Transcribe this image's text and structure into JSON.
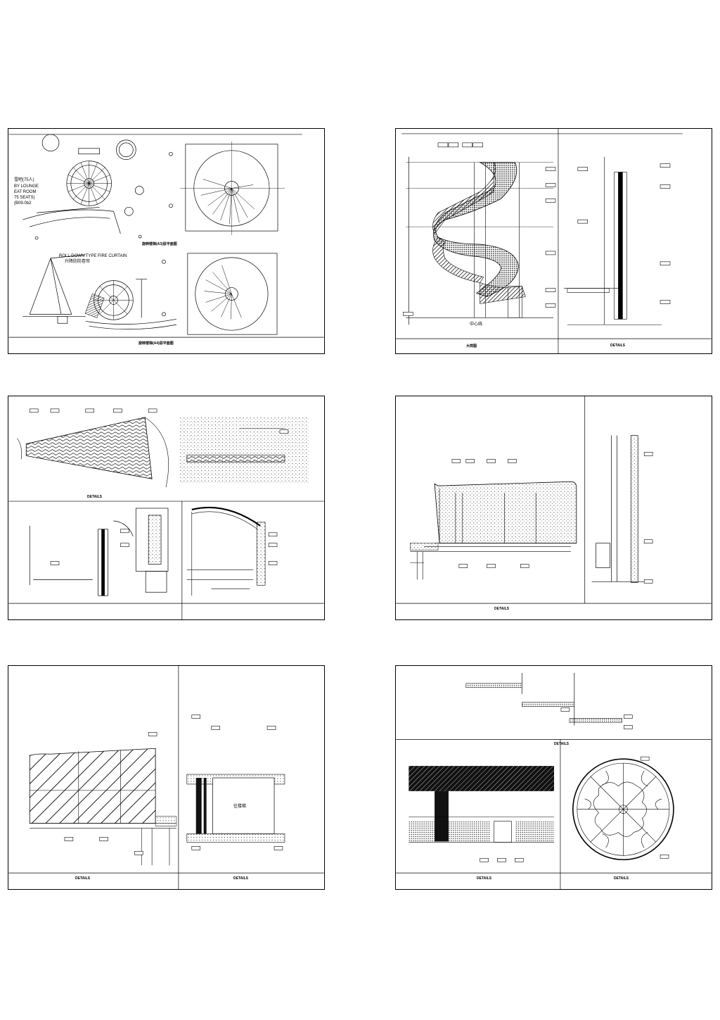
{
  "sheet1": {
    "plan_title_top": "旋转楼梯(A3)层平面图",
    "plan_title_bottom": "旋转楼梯(A4)层平面图",
    "lounge_cn": "雪吧(75人)",
    "lounge_en_1": "BY LOUNGE",
    "lounge_en_2": "EAT ROOM",
    "lounge_en_3": "75 SEATS)",
    "lounge_code": "(B09.0b2",
    "fire_curtain_en": "ROLL DOWN TYPE FIRE CURTAIN",
    "fire_curtain_cn": "升降防防卷帘"
  },
  "sheet2": {
    "stair_label": "中心线",
    "caption_left": "大样图",
    "caption_right": "DETAILS"
  },
  "sheet3": {
    "details_label": "DETAILS"
  },
  "sheet4": {
    "details_label": "DETAILS"
  },
  "sheet5": {
    "details_left": "DETAILS",
    "details_right": "DETAILS",
    "room_label": "往楼梯"
  },
  "sheet6": {
    "details_top": "DETAILS",
    "details_left": "DETAILS",
    "details_right": "DETAILS"
  }
}
